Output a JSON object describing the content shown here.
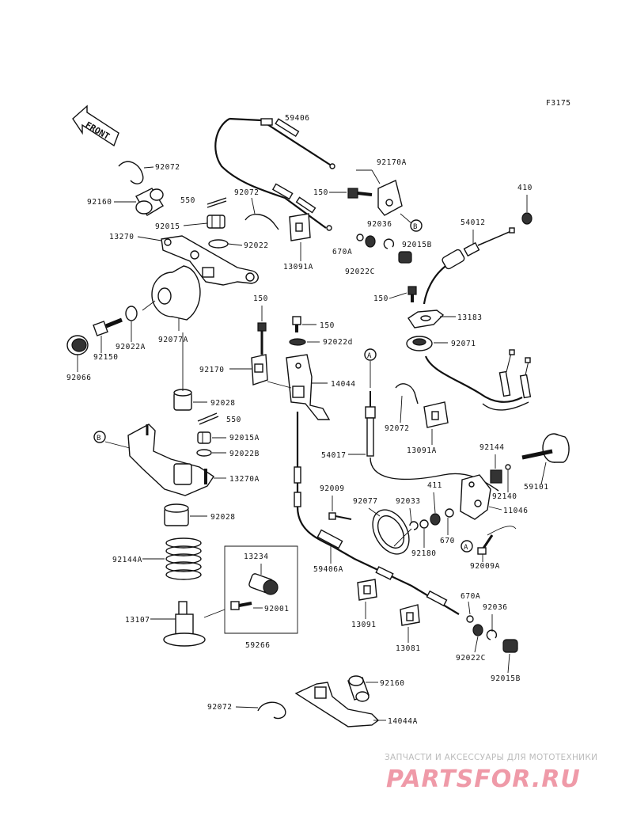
{
  "figure_code": "F3175",
  "front_label": "FRONT",
  "ref_a": "A",
  "ref_b": "B",
  "labels": {
    "p59406": "59406",
    "p92072_top": "92072",
    "p92170a": "92170A",
    "p92160_top": "92160",
    "p550_top": "550",
    "p92072_mid": "92072",
    "p150_top": "150",
    "p410": "410",
    "p92015": "92015",
    "p54012": "54012",
    "p13270": "13270",
    "p92022": "92022",
    "p92036_top": "92036",
    "p92015b_top": "92015B",
    "p670a_top": "670A",
    "p13091a_top": "13091A",
    "p92022c_top": "92022C",
    "p150_right": "150",
    "p13183": "13183",
    "p92071": "92071",
    "p92077a": "92077A",
    "p92022a": "92022A",
    "p92150": "92150",
    "p92066": "92066",
    "p150_c1": "150",
    "p150_c2": "150",
    "p92022d": "92022d",
    "p92170": "92170",
    "p14044": "14044",
    "p92028_top": "92028",
    "p550_mid": "550",
    "p92015a": "92015A",
    "p92022b": "92022B",
    "p13270a": "13270A",
    "p92028_bot": "92028",
    "p92072_c": "92072",
    "p13091a_c": "13091A",
    "p54017": "54017",
    "p92144": "92144",
    "p59101": "59101",
    "p92009": "92009",
    "p92077": "92077",
    "p92033": "92033",
    "p411": "411",
    "p92140": "92140",
    "p11046": "11046",
    "p92180": "92180",
    "p670": "670",
    "p92009a": "92009A",
    "p92144a": "92144A",
    "p13234": "13234",
    "p92001": "92001",
    "p13107": "13107",
    "p59266": "59266",
    "p59406a": "59406A",
    "p13091": "13091",
    "p13081": "13081",
    "p670a_bot": "670A",
    "p92036_bot": "92036",
    "p92022c_bot": "92022C",
    "p92015b_bot": "92015B",
    "p92160_bot": "92160",
    "p92072_bot": "92072",
    "p14044a": "14044A"
  },
  "watermark": {
    "caption": "ЗАПЧАСТИ И АКСЕССУАРЫ ДЛЯ МОТОТЕХНИКИ",
    "logo": "PARTSFOR.RU"
  }
}
